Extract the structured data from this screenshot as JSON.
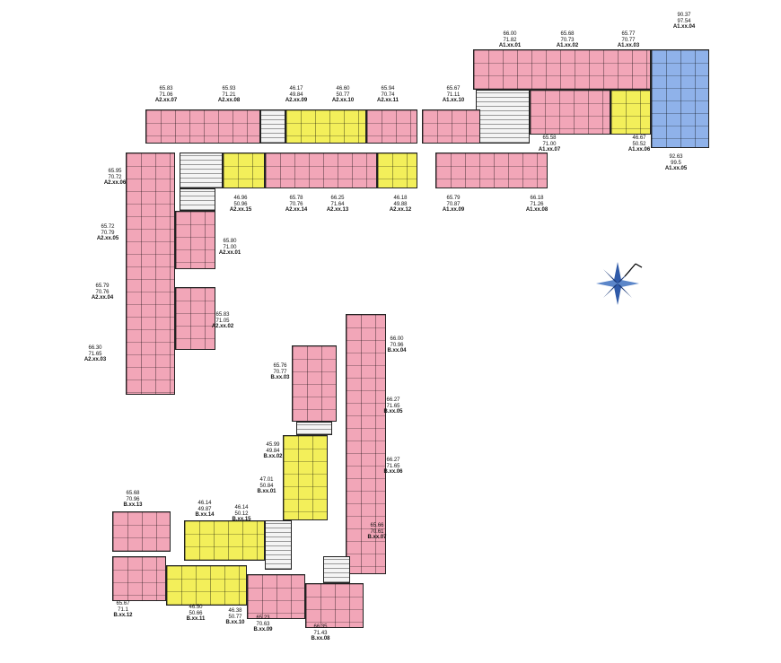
{
  "colors": {
    "large_unit": "#f2a6b8",
    "small_unit": "#f3ef5a",
    "corner_unit": "#8fb2ea"
  },
  "compass": {
    "icon": "compass-rose-icon"
  },
  "units": [
    {
      "code": "A1.xx.01",
      "a1": "66.00",
      "a2": "71.82",
      "type": "pink"
    },
    {
      "code": "A1.xx.02",
      "a1": "65.68",
      "a2": "70.73",
      "type": "pink"
    },
    {
      "code": "A1.xx.03",
      "a1": "65.77",
      "a2": "70.77",
      "type": "pink"
    },
    {
      "code": "A1.xx.04",
      "a1": "90.37",
      "a2": "97.54",
      "type": "blue"
    },
    {
      "code": "A1.xx.05",
      "a1": "92.63",
      "a2": "99.5",
      "type": "blue"
    },
    {
      "code": "A1.xx.06",
      "a1": "46.67",
      "a2": "50.52",
      "type": "yellow"
    },
    {
      "code": "A1.xx.07",
      "a1": "65.58",
      "a2": "71.00",
      "type": "pink"
    },
    {
      "code": "A1.xx.08",
      "a1": "66.18",
      "a2": "71.26",
      "type": "pink"
    },
    {
      "code": "A1.xx.09",
      "a1": "65.79",
      "a2": "70.87",
      "type": "pink"
    },
    {
      "code": "A1.xx.10",
      "a1": "65.67",
      "a2": "71.11",
      "type": "pink"
    },
    {
      "code": "A2.xx.07",
      "a1": "65.83",
      "a2": "71.06",
      "type": "pink"
    },
    {
      "code": "A2.xx.08",
      "a1": "65.93",
      "a2": "71.21",
      "type": "pink"
    },
    {
      "code": "A2.xx.09",
      "a1": "46.17",
      "a2": "49.84",
      "type": "yellow"
    },
    {
      "code": "A2.xx.10",
      "a1": "46.60",
      "a2": "50.77",
      "type": "yellow"
    },
    {
      "code": "A2.xx.11",
      "a1": "65.94",
      "a2": "70.74",
      "type": "pink"
    },
    {
      "code": "A2.xx.12",
      "a1": "46.18",
      "a2": "49.88",
      "type": "yellow"
    },
    {
      "code": "A2.xx.13",
      "a1": "66.25",
      "a2": "71.64",
      "type": "pink"
    },
    {
      "code": "A2.xx.14",
      "a1": "65.78",
      "a2": "70.76",
      "type": "pink"
    },
    {
      "code": "A2.xx.15",
      "a1": "46.96",
      "a2": "50.96",
      "type": "yellow"
    },
    {
      "code": "A2.xx.06",
      "a1": "65.95",
      "a2": "70.72",
      "type": "pink"
    },
    {
      "code": "A2.xx.05",
      "a1": "65.72",
      "a2": "70.79",
      "type": "pink"
    },
    {
      "code": "A2.xx.04",
      "a1": "65.79",
      "a2": "70.76",
      "type": "pink"
    },
    {
      "code": "A2.xx.03",
      "a1": "66.30",
      "a2": "71.65",
      "type": "pink"
    },
    {
      "code": "A2.xx.01",
      "a1": "65.80",
      "a2": "71.00",
      "type": "pink"
    },
    {
      "code": "A2.xx.02",
      "a1": "65.83",
      "a2": "71.05",
      "type": "pink"
    },
    {
      "code": "B.xx.04",
      "a1": "66.00",
      "a2": "70.96",
      "type": "pink"
    },
    {
      "code": "B.xx.03",
      "a1": "65.76",
      "a2": "70.77",
      "type": "pink"
    },
    {
      "code": "B.xx.05",
      "a1": "66.27",
      "a2": "71.65",
      "type": "pink"
    },
    {
      "code": "B.xx.06",
      "a1": "66.27",
      "a2": "71.65",
      "type": "pink"
    },
    {
      "code": "B.xx.07",
      "a1": "65.66",
      "a2": "70.61",
      "type": "pink"
    },
    {
      "code": "B.xx.02",
      "a1": "45.99",
      "a2": "49.84",
      "type": "yellow"
    },
    {
      "code": "B.xx.01",
      "a1": "47.01",
      "a2": "50.84",
      "type": "yellow"
    },
    {
      "code": "B.xx.13",
      "a1": "65.68",
      "a2": "70.96",
      "type": "pink"
    },
    {
      "code": "B.xx.14",
      "a1": "46.14",
      "a2": "49.87",
      "type": "yellow"
    },
    {
      "code": "B.xx.15",
      "a1": "46.14",
      "a2": "50.12",
      "type": "yellow"
    },
    {
      "code": "B.xx.12",
      "a1": "65.67",
      "a2": "71.1",
      "type": "pink"
    },
    {
      "code": "B.xx.11",
      "a1": "46.50",
      "a2": "50.66",
      "type": "yellow"
    },
    {
      "code": "B.xx.10",
      "a1": "46.38",
      "a2": "50.77",
      "type": "yellow"
    },
    {
      "code": "B.xx.09",
      "a1": "65.23",
      "a2": "70.63",
      "type": "pink"
    },
    {
      "code": "B.xx.08",
      "a1": "66.35",
      "a2": "71.43",
      "type": "pink"
    }
  ]
}
